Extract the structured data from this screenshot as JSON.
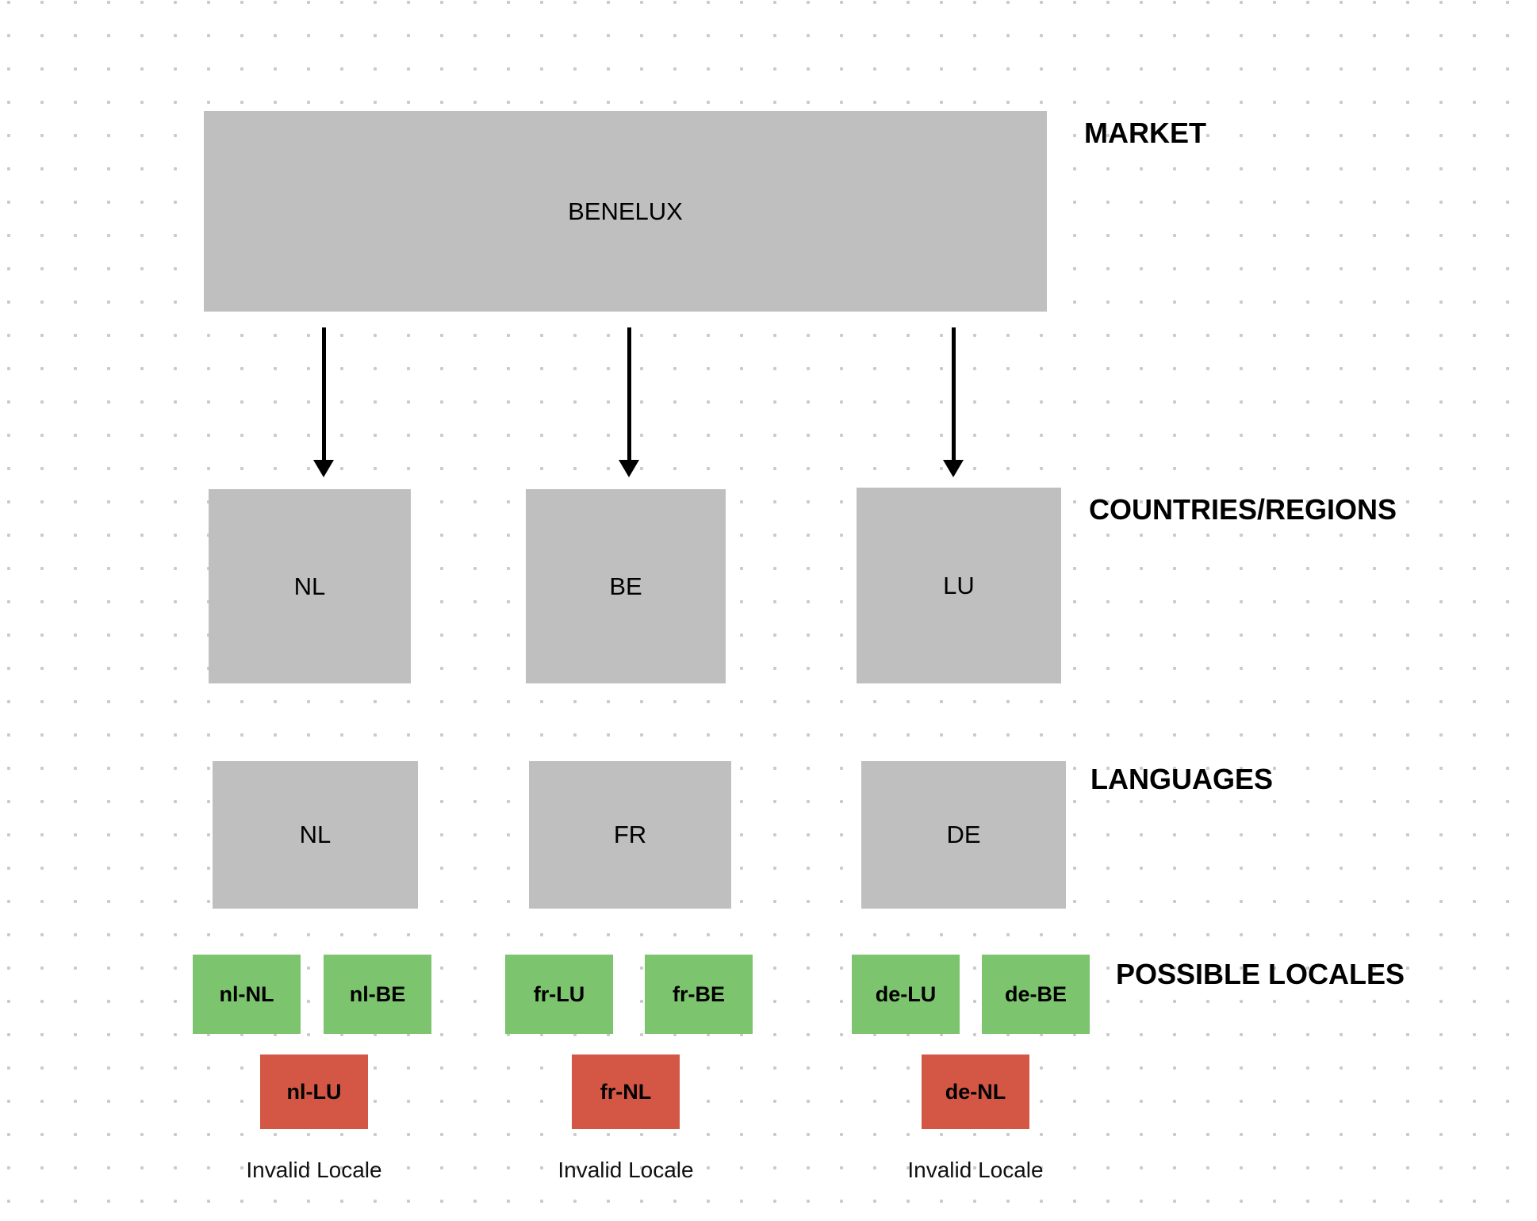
{
  "headings": {
    "market": "MARKET",
    "countries": "COUNTRIES/REGIONS",
    "languages": "LANGUAGES",
    "locales": "POSSIBLE LOCALES"
  },
  "market": {
    "label": "BENELUX"
  },
  "countries": [
    "NL",
    "BE",
    "LU"
  ],
  "languages": [
    "NL",
    "FR",
    "DE"
  ],
  "valid_locales": [
    "nl-NL",
    "nl-BE",
    "fr-LU",
    "fr-BE",
    "de-LU",
    "de-BE"
  ],
  "invalid_locales": [
    {
      "label": "nl-LU",
      "caption": "Invalid Locale"
    },
    {
      "label": "fr-NL",
      "caption": "Invalid Locale"
    },
    {
      "label": "de-NL",
      "caption": "Invalid Locale"
    }
  ],
  "colors": {
    "box_gray": "#BFBFBF",
    "valid_green": "#7CC46E",
    "invalid_red": "#D35744",
    "grid_dot": "#CBCBCB"
  }
}
